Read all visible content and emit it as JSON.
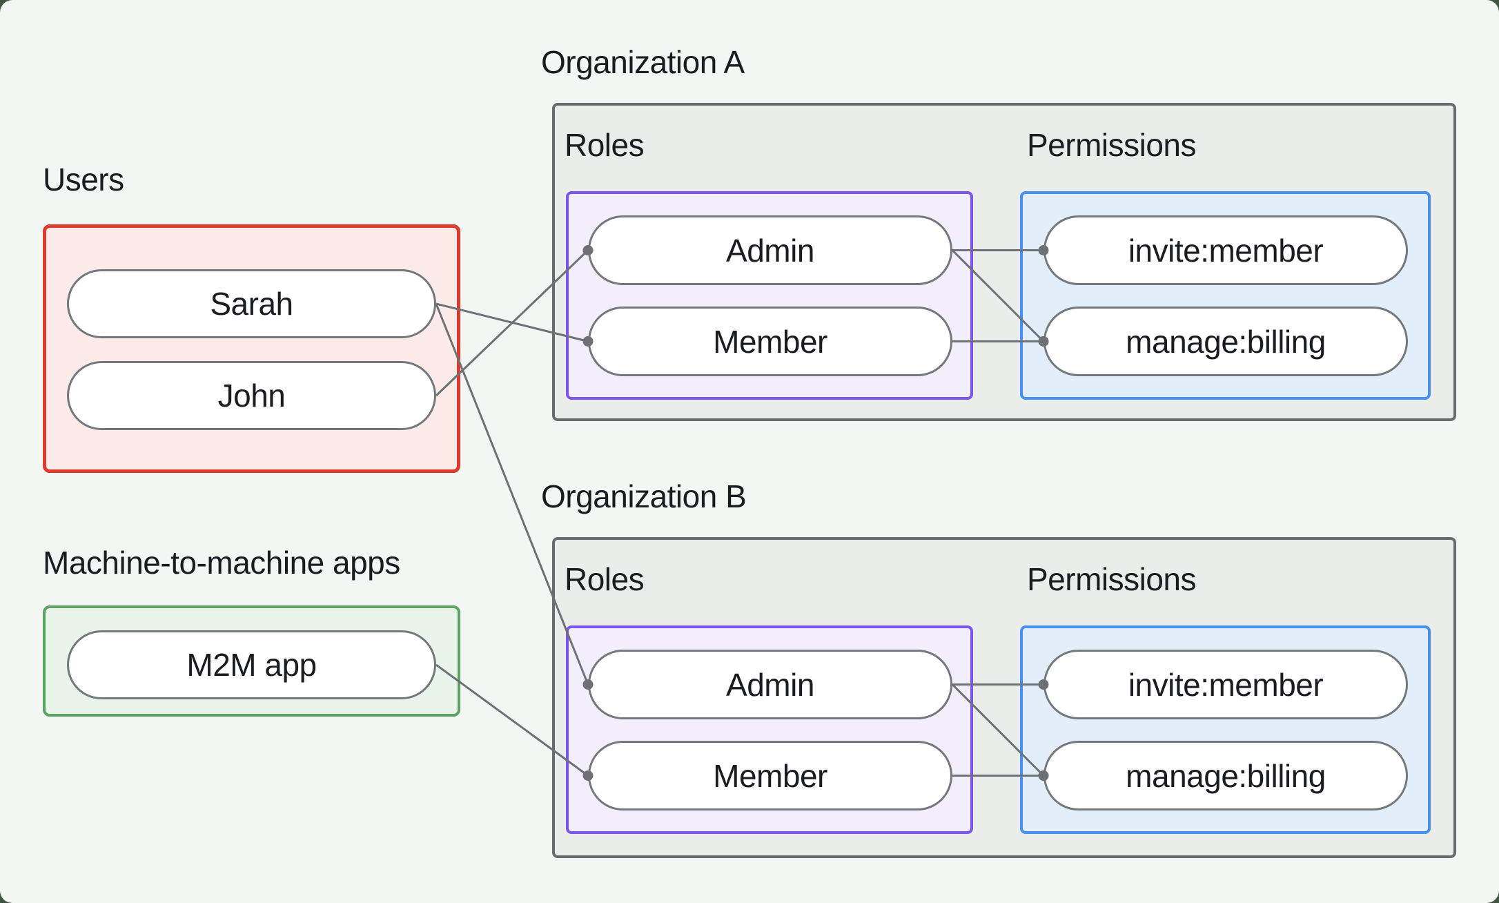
{
  "diagram": {
    "groups": {
      "users": {
        "label": "Users",
        "nodes": [
          {
            "id": "sarah",
            "label": "Sarah"
          },
          {
            "id": "john",
            "label": "John"
          }
        ]
      },
      "m2m": {
        "label": "Machine-to-machine apps",
        "nodes": [
          {
            "id": "m2m-app",
            "label": "M2M app"
          }
        ]
      }
    },
    "organizations": [
      {
        "id": "org-a",
        "label": "Organization A",
        "roles": {
          "label": "Roles",
          "nodes": [
            {
              "id": "admin-a",
              "label": "Admin"
            },
            {
              "id": "member-a",
              "label": "Member"
            }
          ]
        },
        "permissions": {
          "label": "Permissions",
          "nodes": [
            {
              "id": "invite-member-a",
              "label": "invite:member"
            },
            {
              "id": "manage-billing-a",
              "label": "manage:billing"
            }
          ]
        }
      },
      {
        "id": "org-b",
        "label": "Organization B",
        "roles": {
          "label": "Roles",
          "nodes": [
            {
              "id": "admin-b",
              "label": "Admin"
            },
            {
              "id": "member-b",
              "label": "Member"
            }
          ]
        },
        "permissions": {
          "label": "Permissions",
          "nodes": [
            {
              "id": "invite-member-b",
              "label": "invite:member"
            },
            {
              "id": "manage-billing-b",
              "label": "manage:billing"
            }
          ]
        }
      }
    ],
    "edges": [
      {
        "from": "sarah",
        "to": "member-a"
      },
      {
        "from": "sarah",
        "to": "admin-b"
      },
      {
        "from": "john",
        "to": "admin-a"
      },
      {
        "from": "m2m-app",
        "to": "member-b"
      },
      {
        "from": "admin-a",
        "to": "invite-member-a"
      },
      {
        "from": "admin-a",
        "to": "manage-billing-a"
      },
      {
        "from": "member-a",
        "to": "manage-billing-a"
      },
      {
        "from": "admin-b",
        "to": "invite-member-b"
      },
      {
        "from": "admin-b",
        "to": "manage-billing-b"
      },
      {
        "from": "member-b",
        "to": "manage-billing-b"
      }
    ],
    "edge_style": {
      "color": "#6d7176",
      "stroke_width": 3,
      "dot_at_target": true,
      "dot_radius": 7.5
    },
    "colors": {
      "outer_background": "#3d5743",
      "page_background": "#f3f6f3",
      "org_box_background": "#ebedeb",
      "org_box_border": "#686c70",
      "users_border": "#dc3b2d",
      "users_background": "#fcebe9",
      "m2m_border": "#5aa364",
      "m2m_background": "#e9f4ea",
      "roles_border": "#7a55ee",
      "roles_background": "#f3eefc",
      "permissions_border": "#4790f2",
      "permissions_background": "#e3eefb",
      "node_background": "#ffffff",
      "node_border": "#74787d",
      "text": "#1a1c20"
    }
  }
}
